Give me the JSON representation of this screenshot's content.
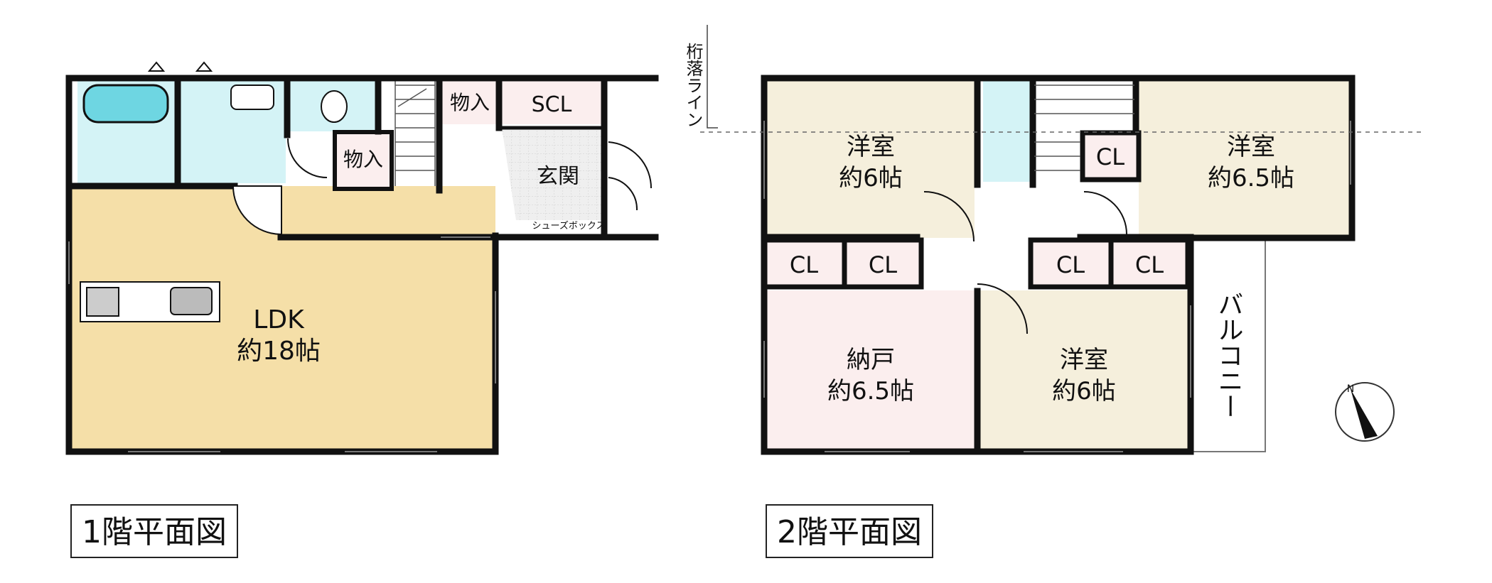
{
  "floor1": {
    "caption": "1階平面図",
    "rooms": {
      "ldk_name": "LDK",
      "ldk_size": "約18帖",
      "storage_a": "物入",
      "storage_b": "物入",
      "scl": "SCL",
      "entrance": "玄関",
      "shoe_box": "シューズボックス"
    }
  },
  "floor2": {
    "caption": "2階平面図",
    "rooms": {
      "western_nw_name": "洋室",
      "western_nw_size": "約6帖",
      "western_ne_name": "洋室",
      "western_ne_size": "約6.5帖",
      "storeroom_name": "納戸",
      "storeroom_size": "約6.5帖",
      "western_s_name": "洋室",
      "western_s_size": "約6帖",
      "cl_1": "CL",
      "cl_2": "CL",
      "cl_3": "CL",
      "cl_4": "CL",
      "cl_5": "CL",
      "balcony": "バルコニー"
    },
    "setback_line": "桁落ライン"
  },
  "compass": {
    "north_label": "N"
  },
  "colors": {
    "wall": "#111111",
    "ldk": "#f5dfa8",
    "western": "#f5efdc",
    "storeroom": "#fbeeee",
    "wet": "#d4f3f6",
    "closet": "#fbeeee",
    "entrance": "#ececec"
  }
}
